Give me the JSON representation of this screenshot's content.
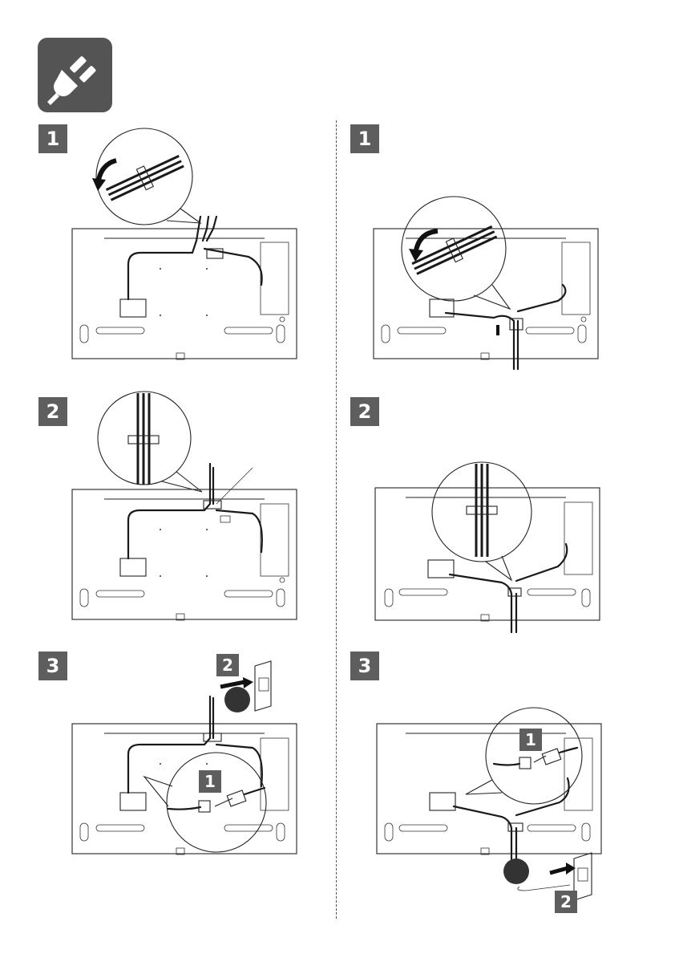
{
  "icons": {
    "header": "power-plug-icon"
  },
  "colors": {
    "badge_bg": "#5e5e5e",
    "header_bg": "#545454",
    "line": "#222222"
  },
  "left": {
    "steps": [
      {
        "label": "1"
      },
      {
        "label": "2"
      },
      {
        "label": "3",
        "callout_a": "1",
        "callout_b": "2"
      }
    ]
  },
  "right": {
    "steps": [
      {
        "label": "1"
      },
      {
        "label": "2"
      },
      {
        "label": "3",
        "callout_a": "1",
        "callout_b": "2"
      }
    ]
  }
}
